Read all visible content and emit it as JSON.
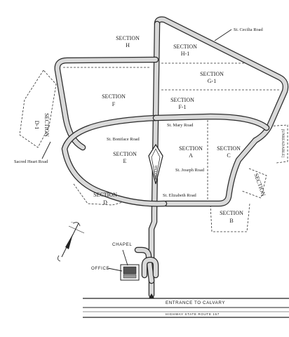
{
  "sections": {
    "h": "SECTION",
    "h_letter": "H",
    "h1": "SECTION",
    "h1_letter": "H-1",
    "g1": "SECTION",
    "g1_letter": "G-1",
    "f": "SECTION",
    "f_letter": "F",
    "f1": "SECTION",
    "f1_letter": "F-1",
    "d1": "SECTION",
    "d1_letter": "D-1",
    "e": "SECTION",
    "e_letter": "E",
    "a": "SECTION",
    "a_letter": "A",
    "c": "SECTION",
    "c_letter": "C",
    "d": "SECTION",
    "d_letter": "D",
    "b": "SECTION",
    "b_letter": "B",
    "right_edge": "SECTION",
    "far_right_edge": "[UNREADABLE]"
  },
  "roads": {
    "st_cecilia": "St. Cecilia Road",
    "st_mary": "St. Mary Road",
    "st_boniface": "St. Boniface Road",
    "st_joseph": "St. Joseph Road",
    "st_elizabeth": "St. Elizabeth Road",
    "sacred_heart": "Sacred Heart Road"
  },
  "landmarks": {
    "altar": "ALTAR",
    "chapel": "CHAPEL",
    "office": "OFFICE",
    "entrance": "ENTRANCE TO CALVARY",
    "highway": "HIGHWAY STATE ROUTE 157"
  },
  "colors": {
    "ink": "#1a1a1a",
    "road_fill": "#d9d9d9",
    "paper": "#ffffff"
  },
  "icons": [
    "north-arrow-icon",
    "altar-icon",
    "building-icon"
  ]
}
